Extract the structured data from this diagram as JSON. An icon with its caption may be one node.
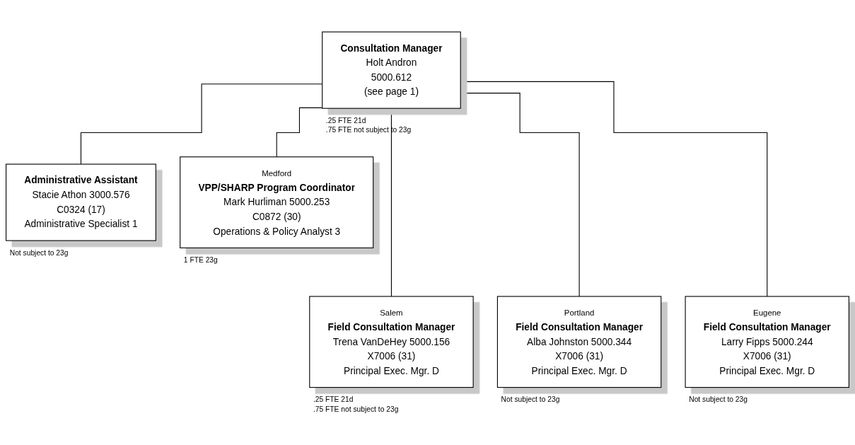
{
  "diagram": {
    "nodes": [
      {
        "text": [
          "Consultation Manager",
          "Holt Andron",
          "5000.612",
          "(see page 1)"
        ],
        "beside": [
          ".25 FTE 21d",
          ".75 FTE not subject to 23g"
        ]
      },
      {
        "text": [
          "Administrative Assistant",
          "Stacie Athon 3000.576",
          "C0324 (17)",
          "Administrative Specialist 1"
        ],
        "beside": [
          "Not subject to 23g"
        ]
      },
      {
        "text": [
          "Medford",
          "VPP/SHARP Program Coordinator",
          "Mark Hurliman 5000.253",
          "C0872 (30)",
          "Operations & Policy Analyst 3"
        ],
        "beside": [
          "1 FTE 23g"
        ]
      },
      {
        "text": [
          "Salem",
          "Field Consultation Manager",
          "Trena VanDeHey 5000.156",
          "X7006 (31)",
          "Principal Exec. Mgr. D"
        ],
        "beside": [
          ".25 FTE 21d",
          ".75 FTE not subject to 23g"
        ]
      },
      {
        "text": [
          "Portland",
          "Field Consultation Manager",
          "Alba Johnston 5000.344",
          "X7006 (31)",
          "Principal Exec. Mgr. D"
        ],
        "beside": [
          "Not subject to 23g"
        ]
      },
      {
        "text": [
          "Eugene",
          "Field Consultation Manager",
          "Larry Fipps 5000.244",
          "X7006 (31)",
          "Principal Exec. Mgr. D"
        ],
        "beside": [
          "Not subject to 23g"
        ]
      }
    ],
    "edges": [
      {
        "from": 0,
        "to": 1,
        "arrow": "none"
      },
      {
        "from": 0,
        "to": 2,
        "arrow": "none"
      },
      {
        "from": 0,
        "to": 3,
        "arrow": "none"
      },
      {
        "from": 0,
        "to": 4,
        "arrow": "none"
      },
      {
        "from": 0,
        "to": 5,
        "arrow": "none"
      }
    ]
  }
}
